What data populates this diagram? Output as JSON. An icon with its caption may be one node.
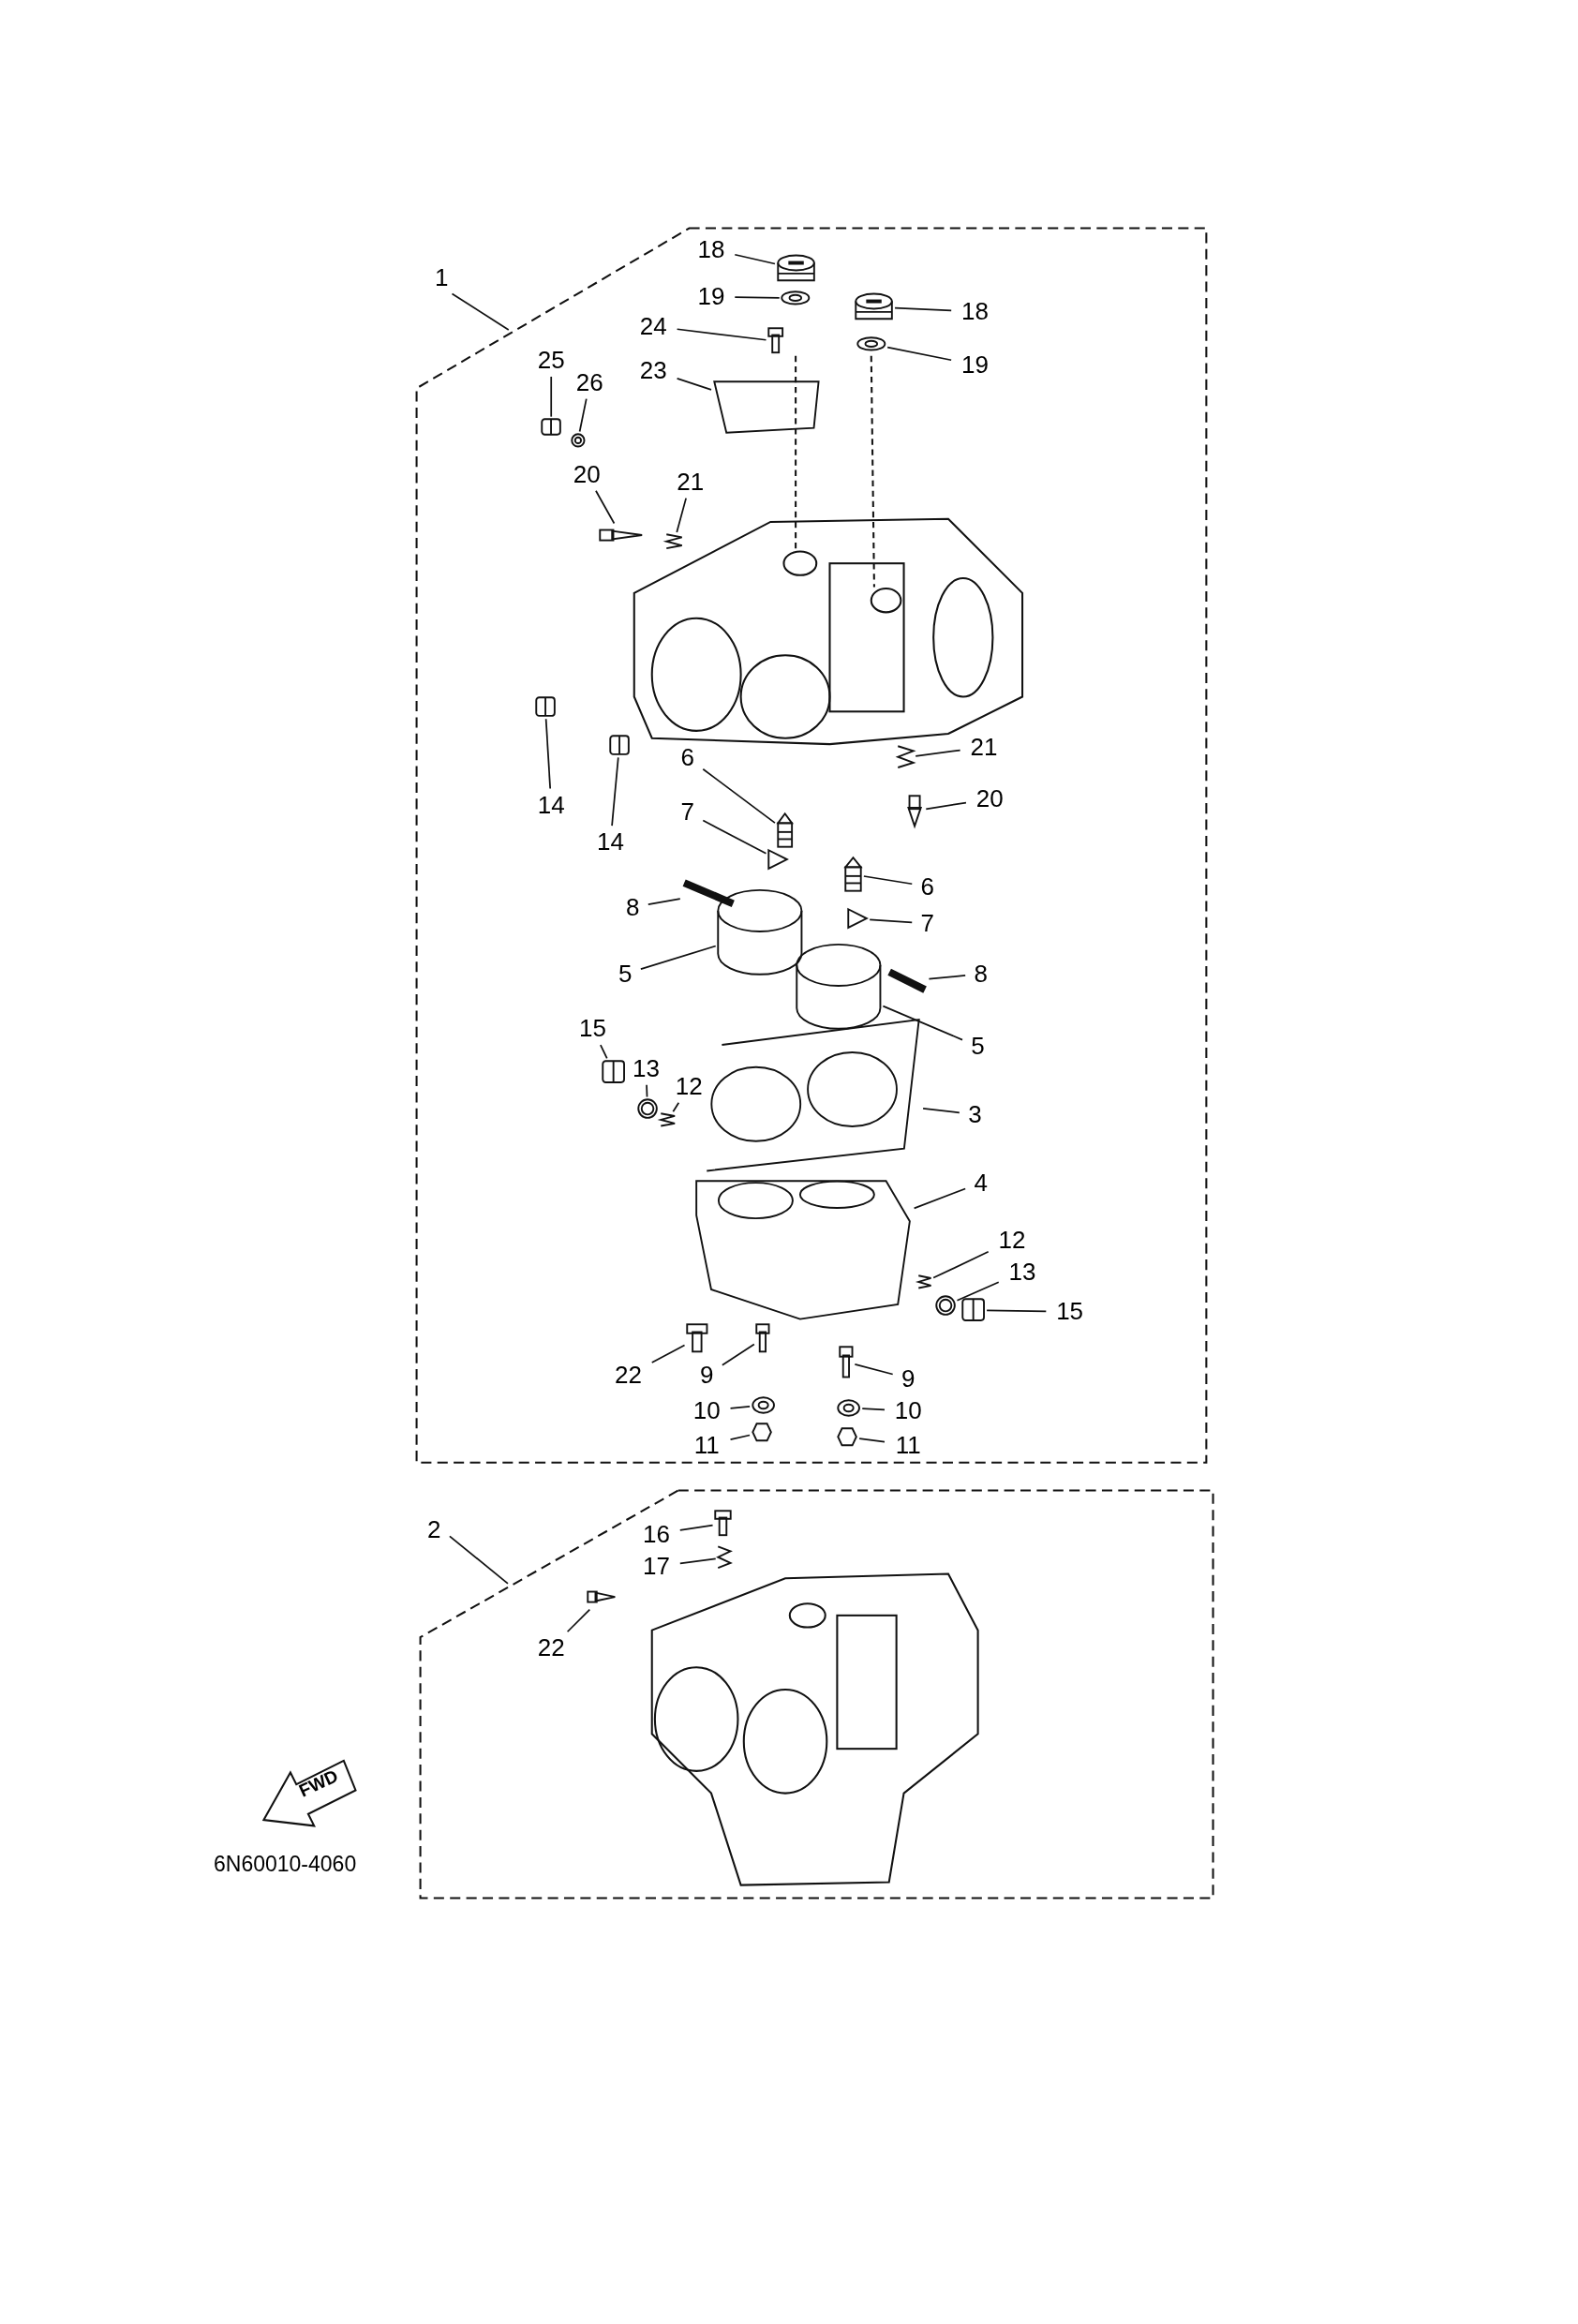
{
  "diagram": {
    "nodes": [
      {
        "text": [
          "1"
        ]
      },
      {
        "text": [],
        "shape": "box"
      },
      {
        "text": [
          "18"
        ],
        "in": 1
      },
      {
        "text": [
          "19"
        ],
        "in": 1
      },
      {
        "text": [
          "24"
        ],
        "in": 1
      },
      {
        "text": [
          "23"
        ],
        "in": 1
      },
      {
        "text": [
          "18"
        ],
        "in": 1
      },
      {
        "text": [
          "19"
        ],
        "in": 1
      },
      {
        "text": [
          "25"
        ],
        "in": 1
      },
      {
        "text": [
          "26"
        ],
        "in": 1
      },
      {
        "text": [
          "20"
        ],
        "in": 1
      },
      {
        "text": [
          "21"
        ],
        "in": 1
      },
      {
        "text": [
          "21"
        ],
        "in": 1
      },
      {
        "text": [
          "6"
        ],
        "in": 1
      },
      {
        "text": [
          "20"
        ],
        "in": 1
      },
      {
        "text": [
          "14"
        ],
        "in": 1
      },
      {
        "text": [
          "7"
        ],
        "in": 1
      },
      {
        "text": [
          "14"
        ],
        "in": 1
      },
      {
        "text": [
          "6"
        ],
        "in": 1
      },
      {
        "text": [
          "8"
        ],
        "in": 1
      },
      {
        "text": [
          "7"
        ],
        "in": 1
      },
      {
        "text": [
          "5"
        ],
        "in": 1
      },
      {
        "text": [
          "8"
        ],
        "in": 1
      },
      {
        "text": [
          "15"
        ],
        "in": 1
      },
      {
        "text": [
          "5"
        ],
        "in": 1
      },
      {
        "text": [
          "13"
        ],
        "in": 1
      },
      {
        "text": [
          "12"
        ],
        "in": 1
      },
      {
        "text": [
          "3"
        ],
        "in": 1
      },
      {
        "text": [
          "4"
        ],
        "in": 1
      },
      {
        "text": [
          "12"
        ],
        "in": 1
      },
      {
        "text": [
          "13"
        ],
        "in": 1
      },
      {
        "text": [
          "15"
        ],
        "in": 1
      },
      {
        "text": [
          "22"
        ],
        "in": 1
      },
      {
        "text": [
          "9"
        ],
        "in": 1
      },
      {
        "text": [
          "9"
        ],
        "in": 1
      },
      {
        "text": [
          "10"
        ],
        "in": 1
      },
      {
        "text": [
          "10"
        ],
        "in": 1
      },
      {
        "text": [
          "11"
        ],
        "in": 1
      },
      {
        "text": [
          "11"
        ],
        "in": 1
      },
      {
        "text": [
          "2"
        ]
      },
      {
        "text": [],
        "shape": "box"
      },
      {
        "text": [
          "16"
        ],
        "in": 40
      },
      {
        "text": [
          "17"
        ],
        "in": 40
      },
      {
        "text": [
          "22"
        ],
        "in": 40
      },
      {
        "text": [],
        "shape": "picture",
        "in": 1
      },
      {
        "text": [],
        "shape": "picture",
        "in": 1
      },
      {
        "text": [],
        "shape": "picture",
        "in": 1
      },
      {
        "text": [],
        "shape": "picture",
        "in": 1
      },
      {
        "text": [],
        "shape": "picture",
        "in": 1
      },
      {
        "text": [],
        "shape": "picture",
        "in": 1
      },
      {
        "text": [],
        "shape": "picture",
        "in": 1
      },
      {
        "text": [],
        "shape": "picture",
        "in": 1
      },
      {
        "text": [],
        "shape": "picture",
        "in": 1
      },
      {
        "text": [],
        "shape": "picture",
        "in": 1
      },
      {
        "text": [],
        "shape": "picture",
        "in": 1
      },
      {
        "text": [],
        "shape": "picture",
        "in": 1
      },
      {
        "text": [],
        "shape": "picture",
        "in": 1
      },
      {
        "text": [],
        "shape": "picture",
        "in": 1
      },
      {
        "text": [],
        "shape": "picture",
        "in": 1
      },
      {
        "text": [],
        "shape": "picture",
        "in": 1
      },
      {
        "text": [],
        "shape": "picture",
        "in": 1
      },
      {
        "text": [],
        "shape": "picture",
        "in": 1
      },
      {
        "text": [],
        "shape": "picture",
        "in": 1
      },
      {
        "text": [],
        "shape": "picture",
        "in": 1
      },
      {
        "text": [],
        "shape": "picture",
        "in": 1
      },
      {
        "text": [],
        "shape": "picture",
        "in": 1
      },
      {
        "text": [],
        "shape": "picture",
        "in": 1
      },
      {
        "text": [],
        "shape": "picture",
        "in": 1
      },
      {
        "text": [],
        "shape": "picture",
        "in": 1
      },
      {
        "text": [],
        "shape": "picture",
        "in": 1
      },
      {
        "text": [],
        "shape": "picture",
        "in": 1
      },
      {
        "text": [],
        "shape": "picture",
        "in": 1
      },
      {
        "text": [],
        "shape": "picture",
        "in": 1
      },
      {
        "text": [],
        "shape": "picture",
        "in": 1
      },
      {
        "text": [],
        "shape": "picture",
        "in": 1
      },
      {
        "text": [],
        "shape": "picture",
        "in": 1
      },
      {
        "text": [],
        "shape": "picture",
        "in": 1
      },
      {
        "text": [],
        "shape": "picture",
        "in": 1
      },
      {
        "text": [],
        "shape": "picture",
        "in": 1
      },
      {
        "text": [],
        "shape": "picture",
        "in": 1
      },
      {
        "text": [],
        "shape": "picture",
        "in": 1
      },
      {
        "text": [],
        "shape": "picture",
        "in": 40
      },
      {
        "text": [],
        "shape": "picture",
        "in": 40
      },
      {
        "text": [],
        "shape": "picture",
        "in": 40
      }
    ],
    "edges": [
      {
        "from": 0,
        "to": 1,
        "arrow": "none"
      },
      {
        "from": 2,
        "to": 44,
        "arrow": "none"
      },
      {
        "from": 3,
        "to": 45,
        "arrow": "none"
      },
      {
        "from": 4,
        "to": 46,
        "arrow": "none"
      },
      {
        "from": 5,
        "to": 47,
        "arrow": "none"
      },
      {
        "from": 6,
        "to": 48,
        "arrow": "none"
      },
      {
        "from": 7,
        "to": 49,
        "arrow": "none"
      },
      {
        "from": 8,
        "to": 50,
        "arrow": "none"
      },
      {
        "from": 9,
        "to": 51,
        "arrow": "none"
      },
      {
        "from": 10,
        "to": 52,
        "arrow": "none"
      },
      {
        "from": 11,
        "to": 53,
        "arrow": "none"
      },
      {
        "from": 12,
        "to": 54,
        "arrow": "none"
      },
      {
        "from": 13,
        "to": 55,
        "arrow": "none"
      },
      {
        "from": 14,
        "to": 56,
        "arrow": "none"
      },
      {
        "from": 15,
        "to": 57,
        "arrow": "none"
      },
      {
        "from": 16,
        "to": 58,
        "arrow": "none"
      },
      {
        "from": 17,
        "to": 59,
        "arrow": "none"
      },
      {
        "from": 18,
        "to": 60,
        "arrow": "none"
      },
      {
        "from": 19,
        "to": 61,
        "arrow": "none"
      },
      {
        "from": 20,
        "to": 62,
        "arrow": "none"
      },
      {
        "from": 21,
        "to": 63,
        "arrow": "none"
      },
      {
        "from": 22,
        "to": 64,
        "arrow": "none"
      },
      {
        "from": 23,
        "to": 65,
        "arrow": "none"
      },
      {
        "from": 24,
        "to": 66,
        "arrow": "none"
      },
      {
        "from": 25,
        "to": 67,
        "arrow": "none"
      },
      {
        "from": 26,
        "to": 68,
        "arrow": "none"
      },
      {
        "from": 27,
        "to": 69,
        "arrow": "none"
      },
      {
        "from": 28,
        "to": 70,
        "arrow": "none"
      },
      {
        "from": 29,
        "to": 71,
        "arrow": "none"
      },
      {
        "from": 30,
        "to": 72,
        "arrow": "none"
      },
      {
        "from": 31,
        "to": 73,
        "arrow": "none"
      },
      {
        "from": 32,
        "to": 74,
        "arrow": "none"
      },
      {
        "from": 33,
        "to": 75,
        "arrow": "none"
      },
      {
        "from": 34,
        "to": 76,
        "arrow": "none"
      },
      {
        "from": 35,
        "to": 77,
        "arrow": "none"
      },
      {
        "from": 36,
        "to": 78,
        "arrow": "none"
      },
      {
        "from": 37,
        "to": 79,
        "arrow": "none"
      },
      {
        "from": 38,
        "to": 80,
        "arrow": "none"
      },
      {
        "from": 39,
        "to": 40,
        "arrow": "none"
      },
      {
        "from": 41,
        "to": 81,
        "arrow": "none"
      },
      {
        "from": 42,
        "to": 82,
        "arrow": "none"
      },
      {
        "from": 43,
        "to": 83,
        "arrow": "none"
      }
    ],
    "labels": [
      "FWD",
      "6N60010-4060"
    ]
  }
}
